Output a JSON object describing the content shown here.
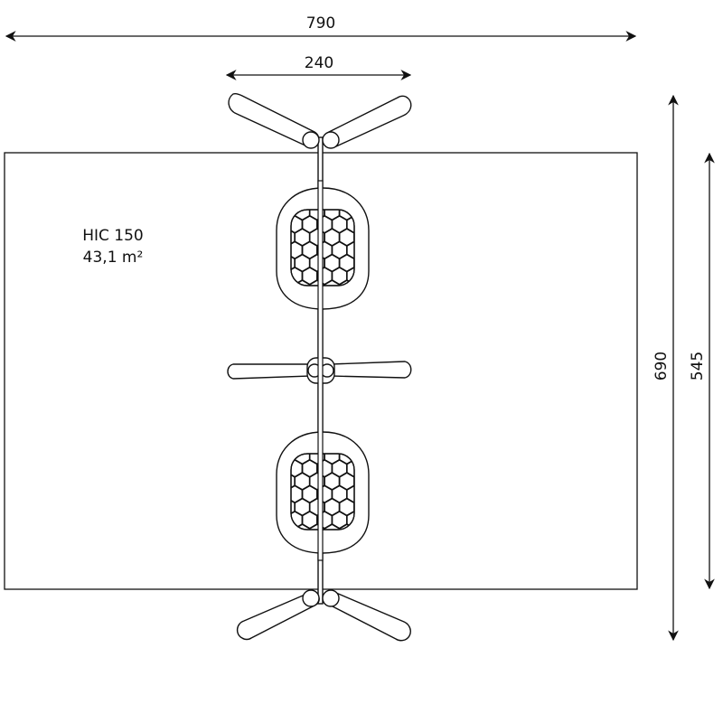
{
  "dimensions": {
    "overall_width": "790",
    "leg_span": "240",
    "overall_length": "690",
    "area_length": "545"
  },
  "area": {
    "hic": "HIC 150",
    "size": "43,1 m²"
  },
  "colors": {
    "line": "#111111",
    "background": "#ffffff"
  }
}
